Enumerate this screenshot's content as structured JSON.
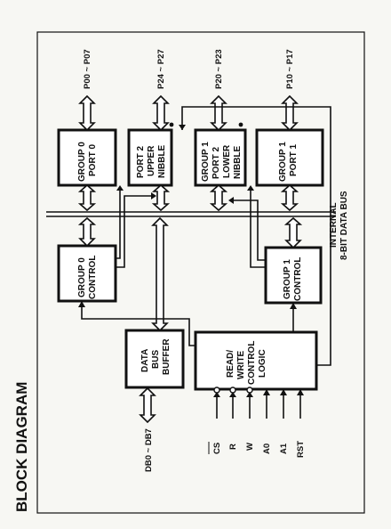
{
  "title": "BLOCK DIAGRAM",
  "blocks": {
    "group0_port0": [
      "GROUP 0",
      "PORT 0"
    ],
    "port2_upper": [
      "PORT 2",
      "UPPER",
      "NIBBLE"
    ],
    "port2_lower": [
      "GROUP 1",
      "PORT 2",
      "LOWER",
      "NIBBLE"
    ],
    "group1_port1": [
      "GROUP 1",
      "PORT 1"
    ],
    "group0_control": [
      "GROUP 0",
      "CONTROL"
    ],
    "group1_control": [
      "GROUP 1",
      "CONTROL"
    ],
    "data_bus_buffer": [
      "DATA",
      "BUS",
      "BUFFER"
    ],
    "rw_control_logic": [
      "READ/",
      "WRITE",
      "CONTROL",
      "LOGIC"
    ]
  },
  "port_labels": {
    "p0": "P00 ~ P07",
    "p2_upper": "P24 ~ P27",
    "p2_lower": "P20 ~ P23",
    "p1": "P10 ~ P17"
  },
  "bus_label": [
    "INTERNAL",
    "8-BIT DATA BUS"
  ],
  "db_label": "DB0 ~ DB7",
  "control_pins": [
    "CS",
    "R",
    "W",
    "A0",
    "A1",
    "RST"
  ]
}
